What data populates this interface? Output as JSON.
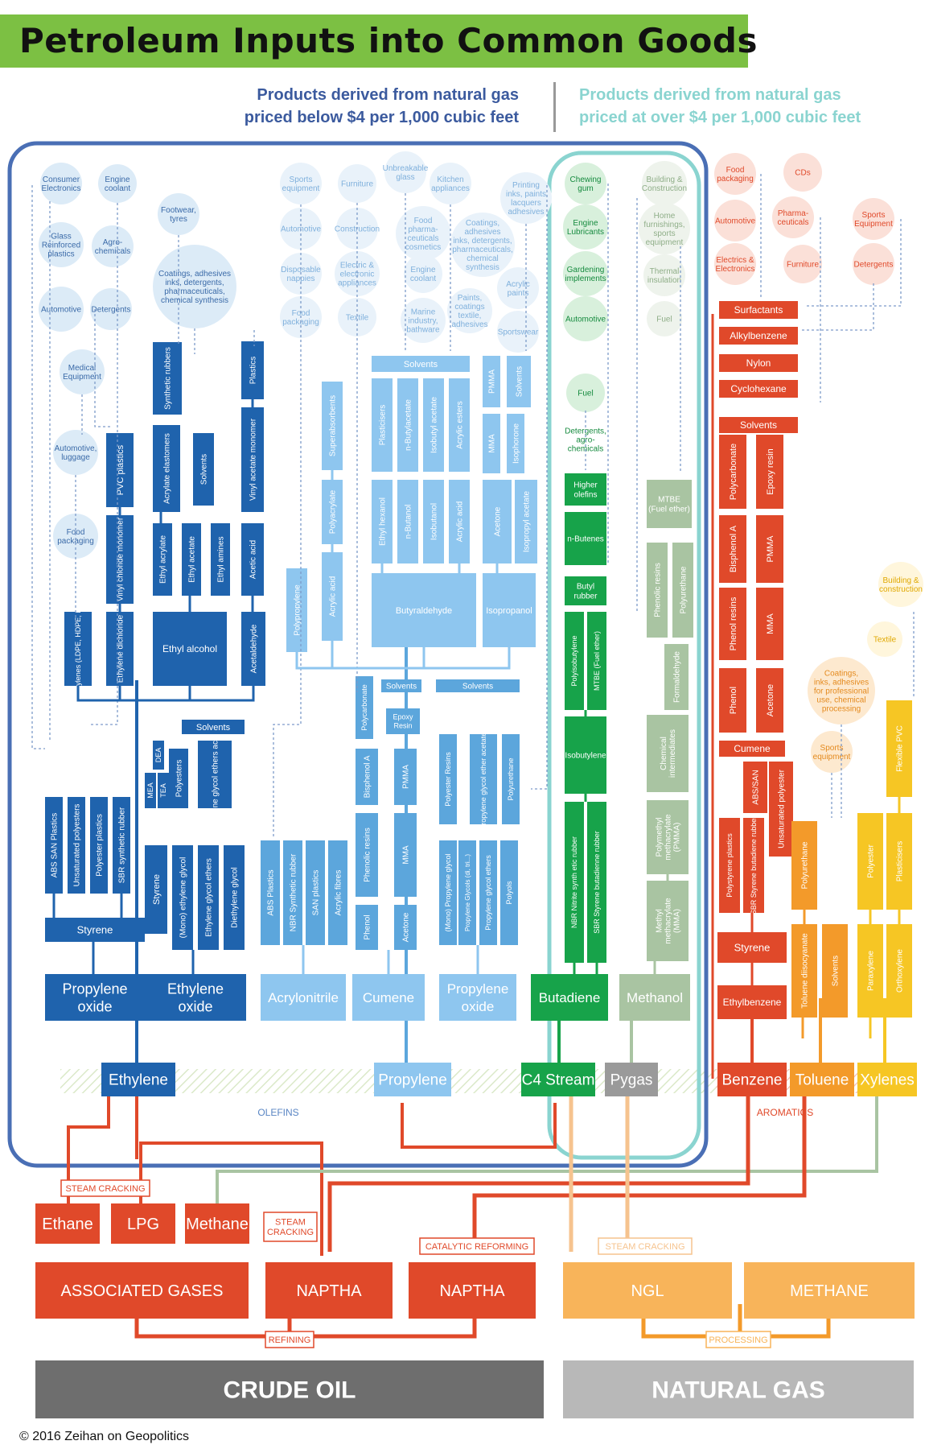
{
  "title": "Petroleum Inputs into Common Goods",
  "header_left": [
    "Products derived from natural gas",
    "priced below $4 per 1,000 cubic feet"
  ],
  "header_right": [
    "Products derived from natural gas",
    "priced at over $4 per 1,000 cubic feet"
  ],
  "copyright": "© 2016 Zeihan on Geopolitics",
  "colors": {
    "dark_blue": "#1f63ad",
    "mid_blue": "#5ca6dc",
    "light_blue": "#8ec6ef",
    "pale_blue": "#dcebf7",
    "green": "#17a34a",
    "sage": "#a9c4a2",
    "gray": "#9a9a9a",
    "red": "#e0492a",
    "orange": "#f39a2a",
    "yellow": "#f6c624",
    "light_orange": "#f8b45a",
    "dark_gray": "#6e6e6e",
    "light_gray": "#b8b8b8",
    "panel_border": "#4a6fb5",
    "panel_teal": "#8ad4d0",
    "title_green": "#7cc043"
  },
  "base": {
    "crude_oil": "CRUDE OIL",
    "natural_gas": "NATURAL GAS",
    "associated_gases": "ASSOCIATED GASES",
    "naptha_1": "NAPTHA",
    "naptha_2": "NAPTHA",
    "ngl": "NGL",
    "methane_ng": "METHANE",
    "ethane": "Ethane",
    "lpg": "LPG",
    "methane": "Methane"
  },
  "process_labels": {
    "refining": "REFINING",
    "processing": "PROCESSING",
    "steam_cracking_1": "STEAM CRACKING",
    "steam_cracking_2": [
      "STEAM",
      "CRACKING"
    ],
    "catalytic_reforming": "CATALYTIC REFORMING",
    "steam_cracking_3": "STEAM CRACKING",
    "olefins": "OLEFINS",
    "aromatics": "AROMATICS"
  },
  "feedstocks": {
    "ethylene": "Ethylene",
    "propylene": "Propylene",
    "c4_stream": "C4 Stream",
    "pygas": "Pygas",
    "benzene": "Benzene",
    "toluene": "Toluene",
    "xylenes": "Xylenes"
  },
  "intermediates": {
    "propylene_oxide_1": [
      "Propylene",
      "oxide"
    ],
    "ethylene_oxide": [
      "Ethylene",
      "oxide"
    ],
    "acrylonitrile": "Acrylonitrile",
    "cumene": "Cumene",
    "propylene_oxide_2": [
      "Propylene",
      "oxide"
    ],
    "butadiene": "Butadiene",
    "methanol": "Methanol"
  },
  "products": {
    "styrene_l": "Styrene",
    "abs_san": "ABS SAN Plastics",
    "unsat_poly_l": "Unsaturated polyesters",
    "polyester_plastics": "Polyester plastics",
    "sbr_l": "SBR synthetic rubber",
    "styrene_v": "Styrene",
    "mono_eg": "(Mono) ethylene glycol",
    "eg_ethers": "Ethylene glycol ethers",
    "deg": "Diethylene glycol",
    "mea": "MEA",
    "tea": "TEA",
    "dea": "DEA",
    "polyesters": "Polyesters",
    "eg_ethers_acetates": "Ethylene glycol ethers acetates",
    "solvents_eo": "Solvents",
    "polyethylenes": "Polyethylenes (LDPE, HDPE, LLDPE)",
    "ethylene_dichloride": "Ethylene dichloride",
    "ethyl_alcohol": "Ethyl alcohol",
    "acetaldehyde": "Acetaldehyde",
    "vinyl_chloride": "Vinyl chloride monomer",
    "pvc": "PVC plastics",
    "ethyl_acrylate": "Ethyl acrylate",
    "ethyl_acetate": "Ethyl acetate",
    "ethyl_amines": "Ethyl amines",
    "acrylate_elast": "Acrylate elastomers",
    "solvents_ea": "Solvents",
    "synthetic_rubbers": "Synthetic rubbers",
    "acetic_acid": "Acetic acid",
    "vam": "Vinyl acetate monomer",
    "plastics": "Plastics",
    "abs_plastics": "ABS Plastics",
    "nbr": "NBR Synthetic rubber",
    "san": "SAN plastics",
    "acrylic_fibres": "Acrylic fibres",
    "phenol_c": "Phenol",
    "acetone_c": "Acetone",
    "phenolic_resins_c": "Phenolic resins",
    "bisphenol_c": "Bisphenol A",
    "mma_c": "MMA",
    "pmma_c": "PMMA",
    "polycarbonate_c": "Polycarbonate",
    "solvents_c": "Solvents",
    "epoxy_c": [
      "Epoxy",
      "Resin"
    ],
    "mono_pg": "(Mono) Propylene glycol",
    "pg_di_tri": "Propylene Glycols (di, tri...)",
    "pg_ethers": "Propylene glycol ethers",
    "polyols": "Polyols",
    "polyester_resins": "Polyester Resins",
    "pg_ether_acetates": "Propylene glycol ether acetates",
    "polyurethane_p": "Polyurethane",
    "solvents_po": "Solvents",
    "polypropylene": "Polypropylene",
    "acrylic_acid": "Acrylic acid",
    "polyacrylate": "Polyacrylate",
    "superabsorbents": "Superabsorbents",
    "butyraldehyde": "Butyraldehyde",
    "ethyl_hexanol": "Ethyl hexanol",
    "n_butanol": "n-Butanol",
    "isobutanol": "Isobutanol",
    "acrylic_acid2": "Acrylic acid",
    "plasticisers": "Plasticisers",
    "n_butylacetate": "n-Butylacetate",
    "isobutyl_acetate": "Isobutyl acetate",
    "acrylic_esters": "Acrylic esters",
    "solvents_b": "Solvents",
    "isopropanol": "Isopropanol",
    "acetone_p": "Acetone",
    "isopropyl_acetate": "Isopropyl acetate",
    "mma_p": "MMA",
    "isophorone": "Isophorone",
    "pmma_p": "PMMA",
    "solvents_p": "Solvents",
    "nbr_b": "NBR Nitrite synth etic rubber",
    "sbr_b": "SBR Styrene butadienne rubber",
    "isobutylene": "Isobutylene",
    "polyisobutylene": "Polyisobutylene",
    "mtbe_b": "MTBE (Fuel ether)",
    "butyl_rubber": [
      "Butyl",
      "rubber"
    ],
    "n_butenes": "n-Butenes",
    "higher_olefins": [
      "Higher",
      "olefins"
    ],
    "methyl_methacrylate": [
      "Methyl",
      "methacrylate",
      "(MMA)"
    ],
    "polymethyl": [
      "Polymethyl",
      "methacrylate",
      "(PMMA)"
    ],
    "chemical_intermediates": [
      "Chemical",
      "intermediates"
    ],
    "formaldehyde": "Formaldehyde",
    "phenolic_resins_m": "Phenolic resins",
    "polyurethane_m": "Polyurethane",
    "mtbe_m": [
      "MTBE",
      "(Fuel ether)"
    ],
    "styrene_r": "Styrene",
    "ethylbenzene": "Ethylbenzene",
    "polystyrene": "Polystyrene plastics",
    "sbr_r": "SBR Styrene butadiene rubber",
    "abs_san_r": "ABS/SAN",
    "unsat_poly_r": "Unsaturated polyester",
    "cumene_r": "Cumene",
    "phenol_r": "Phenol",
    "acetone_r": "Acetone",
    "phenol_resins_r": "Phenol resins",
    "mma_r": "MMA",
    "bisphenol_r": "Bisphenol A",
    "pmma_r": "PMMA",
    "polycarbonate_r": "Polycarbonate",
    "epoxy_r": "Epoxy resin",
    "solvents_r": "Solvents",
    "cyclohexane": "Cyclohexane",
    "nylon": "Nylon",
    "alkylbenzene": "Alkylbenzene",
    "surfactants": "Surfactants",
    "tdi": "Toluene diisocyanate",
    "polyurethane_t": "Polyurethane",
    "solvents_t": "Solvents",
    "paraxylene": "Paraxylene",
    "polyester_x": "Polyester",
    "orthoxylene": "Orthoxylene",
    "plasticisers_x": "Plasticisers",
    "flexible_pvc": "Flexible PVC"
  },
  "end_uses": {
    "consumer_electronics": [
      "Consumer",
      "Electronics"
    ],
    "engine_coolant": [
      "Engine",
      "coolant"
    ],
    "footwear": [
      "Footwear,",
      "tyres"
    ],
    "glass_reinforced": [
      "Glass",
      "Reinforced",
      "plastics"
    ],
    "agrochemicals": [
      "Agro-",
      "chemicals"
    ],
    "coatings_big": [
      "Coatings, adhesives",
      "inks, detergents,",
      "pharmaceuticals,",
      "chemical synthesis"
    ],
    "automotive_1": "Automotive",
    "detergents_1": "Detergents",
    "medical": [
      "Medical",
      "Equipment"
    ],
    "automotive_luggage": [
      "Automotive,",
      "luggage"
    ],
    "food_packaging_1": [
      "Food",
      "packaging"
    ],
    "sports_equipment": [
      "Sports",
      "equipment"
    ],
    "furniture": "Furniture",
    "unbreakable_glass": [
      "Unbreakable",
      "glass"
    ],
    "kitchen_appliances": [
      "Kitchen",
      "appliances"
    ],
    "printing_inks": [
      "Printing",
      "inks, paints",
      "lacquers",
      "adhesives"
    ],
    "automotive_2": "Automotive",
    "construction": "Construction",
    "food_pharma": [
      "Food",
      "pharma-",
      "ceuticals",
      "cosmetics"
    ],
    "coatings_mid": [
      "Coatings,",
      "adhesives",
      "inks, detergents,",
      "pharmaceuticals,",
      "chemical",
      "synthesis"
    ],
    "disposable_nappies": [
      "Disposable",
      "nappies"
    ],
    "electric": [
      "Electric &",
      "electronic",
      "appliances"
    ],
    "engine_coolant_2": [
      "Engine",
      "coolant"
    ],
    "acrylic_paints": [
      "Acrylic",
      "paints"
    ],
    "food_packaging_2": [
      "Food",
      "packaging"
    ],
    "textile_1": "Textile",
    "marine": [
      "Marine",
      "industry,",
      "bathware"
    ],
    "paints_coatings": [
      "Paints,",
      "coatings",
      "textile,",
      "adhesives"
    ],
    "sportswear": "Sportswear",
    "chewing_gum": [
      "Chewing",
      "gum"
    ],
    "engine_lubricants": [
      "Engine",
      "Lubricants"
    ],
    "gardening": [
      "Gardening",
      "implements"
    ],
    "automotive_3": "Automotive",
    "fuel_1": "Fuel",
    "detergents_agro": [
      "Detergents,",
      "agro-",
      "chemicals"
    ],
    "building_1": [
      "Building &",
      "Construction"
    ],
    "home_furnishings": [
      "Home",
      "furnishings,",
      "sports",
      "equipment"
    ],
    "thermal": [
      "Thermal",
      "insulation"
    ],
    "fuel_2": "Fuel",
    "food_packaging_3": [
      "Food",
      "packaging"
    ],
    "cds": "CDs",
    "automotive_4": "Automotive",
    "pharma": [
      "Pharma-",
      "ceuticals"
    ],
    "sports_equipment_2": [
      "Sports",
      "Equipment"
    ],
    "electrics": [
      "Electrics &",
      "Electronics"
    ],
    "furniture_2": "Furniture",
    "detergents_2": "Detergents",
    "building_2": [
      "Building &",
      "construction"
    ],
    "textile_2": "Textile",
    "coatings_pro": [
      "Coatings,",
      "inks, adhesives",
      "for professional",
      "use, chemical",
      "processing"
    ],
    "sports_equipment_3": [
      "Sports",
      "equipment"
    ]
  }
}
